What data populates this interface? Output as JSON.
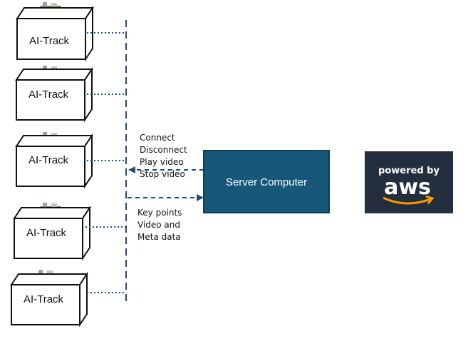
{
  "devices": [
    {
      "label": "AI-Track"
    },
    {
      "label": "AI-Track"
    },
    {
      "label": "AI-Track"
    },
    {
      "label": "AI-Track"
    },
    {
      "label": "AI-Track"
    }
  ],
  "commands": [
    "Connect",
    "Disconnect",
    "Play video",
    "Stop video"
  ],
  "responses": [
    "Key points",
    "Video and",
    "Meta data"
  ],
  "server": {
    "label": "Server Computer"
  },
  "aws_badge": {
    "line1": "powered by",
    "line2": "aws"
  },
  "colors": {
    "server_fill": "#17587a",
    "server_border": "#0e3d57",
    "connector": "#1f4e79",
    "aws_bg": "#232f3e",
    "aws_smile": "#ff9900"
  }
}
